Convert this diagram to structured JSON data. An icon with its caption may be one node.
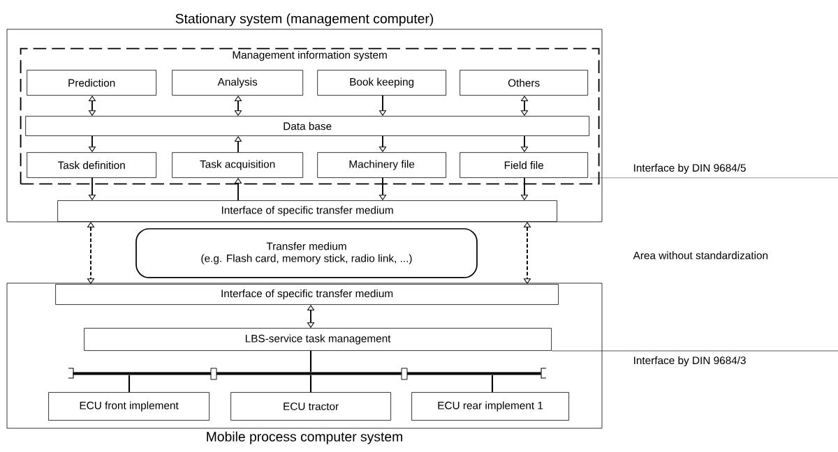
{
  "diagram": {
    "nodes": [
      {
        "text": [
          "Stationary system (management computer)"
        ]
      },
      {
        "text": [
          "Management information system"
        ],
        "in": 0
      },
      {
        "text": [
          "Prediction"
        ],
        "in": 1
      },
      {
        "text": [
          "Analysis"
        ],
        "in": 1
      },
      {
        "text": [
          "Book keeping"
        ],
        "in": 1
      },
      {
        "text": [
          "Others"
        ],
        "in": 1
      },
      {
        "text": [
          "Data base"
        ],
        "in": 1
      },
      {
        "text": [
          "Task definition"
        ],
        "in": 1
      },
      {
        "text": [
          "Task acquisition"
        ],
        "in": 1
      },
      {
        "text": [
          "Machinery file"
        ],
        "in": 1
      },
      {
        "text": [
          "Field file"
        ],
        "in": 1
      },
      {
        "text": [
          "Interface of specific transfer medium"
        ],
        "in": 0
      },
      {
        "text": [
          "Transfer medium",
          "(e.g. Flash card, memory stick, radio link, ...)"
        ]
      },
      {
        "text": [
          "Mobile process computer system"
        ]
      },
      {
        "text": [
          "Interface of specific transfer medium"
        ],
        "in": 13
      },
      {
        "text": [
          "LBS-service task management"
        ],
        "in": 13
      },
      {
        "text": [
          "ECU front implement"
        ],
        "in": 13
      },
      {
        "text": [
          "ECU tractor"
        ],
        "in": 13
      },
      {
        "text": [
          "ECU rear implement 1"
        ],
        "in": 13
      },
      {
        "text": [],
        "shape": "bar",
        "in": 13
      }
    ],
    "edges": [
      {
        "from": 2,
        "to": 6,
        "arrow": "both"
      },
      {
        "from": 3,
        "to": 6,
        "arrow": "both"
      },
      {
        "from": 4,
        "to": 6,
        "arrow": "to"
      },
      {
        "from": 5,
        "to": 6,
        "arrow": "both"
      },
      {
        "from": 6,
        "to": 7,
        "arrow": "to"
      },
      {
        "from": 8,
        "to": 6,
        "arrow": "to"
      },
      {
        "from": 6,
        "to": 9,
        "arrow": "to"
      },
      {
        "from": 6,
        "to": 10,
        "arrow": "to"
      },
      {
        "from": 7,
        "to": 11,
        "arrow": "to"
      },
      {
        "from": 11,
        "to": 8,
        "arrow": "to"
      },
      {
        "from": 9,
        "to": 11,
        "arrow": "to"
      },
      {
        "from": 10,
        "to": 11,
        "arrow": "to"
      },
      {
        "from": 11,
        "to": 14,
        "arrow": "both",
        "style": "dashed"
      },
      {
        "from": 11,
        "to": 14,
        "arrow": "both",
        "style": "dashed"
      },
      {
        "from": 14,
        "to": 15,
        "arrow": "both"
      },
      {
        "from": 15,
        "to": 19,
        "arrow": "none"
      },
      {
        "from": 19,
        "to": 16,
        "arrow": "none"
      },
      {
        "from": 19,
        "to": 17,
        "arrow": "none"
      },
      {
        "from": 19,
        "to": 18,
        "arrow": "none"
      }
    ],
    "labels": [
      "Interface by DIN 9684/5",
      "Area without standardization",
      "Interface by DIN 9684/3"
    ]
  }
}
